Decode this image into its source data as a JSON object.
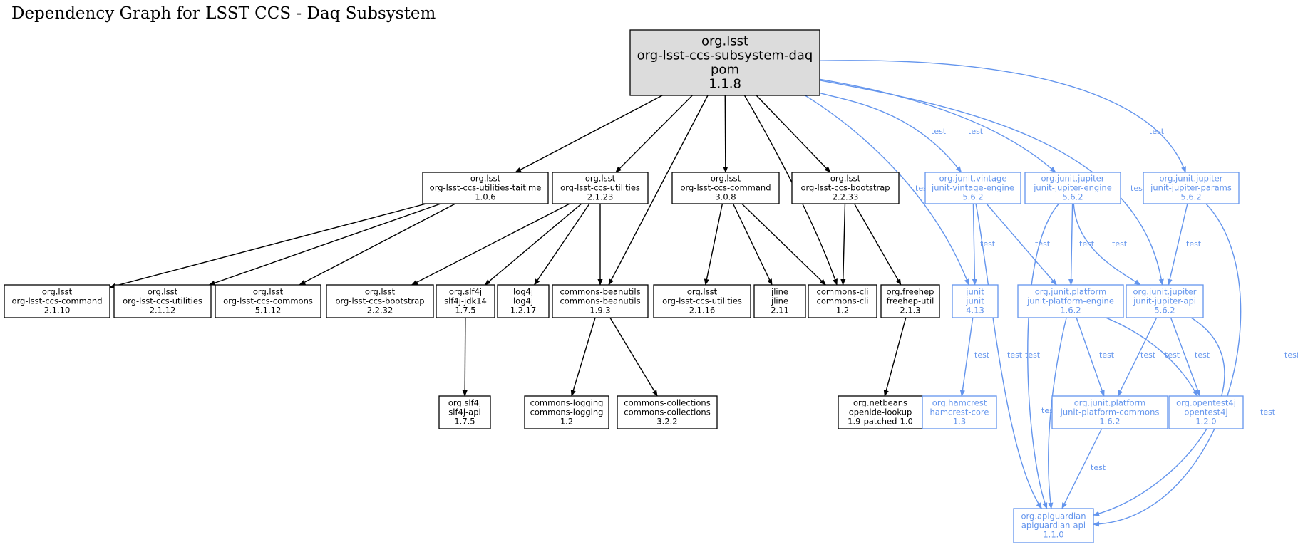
{
  "title": "Dependency Graph for LSST CCS - Daq Subsystem",
  "colors": {
    "compile": "#000000",
    "test": "#6495ed",
    "root_fill": "#dcdcdc"
  },
  "edge_label_test": "test",
  "nodes": [
    {
      "id": "root",
      "scope": "root",
      "lines": [
        "org.lsst",
        "org-lsst-ccs-subsystem-daq",
        "pom",
        "1.1.8"
      ]
    },
    {
      "id": "taitime",
      "scope": "compile",
      "lines": [
        "org.lsst",
        "org-lsst-ccs-utilities-taitime",
        "1.0.6"
      ]
    },
    {
      "id": "utilities2123",
      "scope": "compile",
      "lines": [
        "org.lsst",
        "org-lsst-ccs-utilities",
        "2.1.23"
      ]
    },
    {
      "id": "command308",
      "scope": "compile",
      "lines": [
        "org.lsst",
        "org-lsst-ccs-command",
        "3.0.8"
      ]
    },
    {
      "id": "bootstrap2233",
      "scope": "compile",
      "lines": [
        "org.lsst",
        "org-lsst-ccs-bootstrap",
        "2.2.33"
      ]
    },
    {
      "id": "vintage",
      "scope": "test",
      "lines": [
        "org.junit.vintage",
        "junit-vintage-engine",
        "5.6.2"
      ]
    },
    {
      "id": "jupiterengine",
      "scope": "test",
      "lines": [
        "org.junit.jupiter",
        "junit-jupiter-engine",
        "5.6.2"
      ]
    },
    {
      "id": "jupiterparams",
      "scope": "test",
      "lines": [
        "org.junit.jupiter",
        "junit-jupiter-params",
        "5.6.2"
      ]
    },
    {
      "id": "command2110",
      "scope": "compile",
      "lines": [
        "org.lsst",
        "org-lsst-ccs-command",
        "2.1.10"
      ]
    },
    {
      "id": "utilities2112",
      "scope": "compile",
      "lines": [
        "org.lsst",
        "org-lsst-ccs-utilities",
        "2.1.12"
      ]
    },
    {
      "id": "commons5112",
      "scope": "compile",
      "lines": [
        "org.lsst",
        "org-lsst-ccs-commons",
        "5.1.12"
      ]
    },
    {
      "id": "bootstrap2232",
      "scope": "compile",
      "lines": [
        "org.lsst",
        "org-lsst-ccs-bootstrap",
        "2.2.32"
      ]
    },
    {
      "id": "slf4jjdk",
      "scope": "compile",
      "lines": [
        "org.slf4j",
        "slf4j-jdk14",
        "1.7.5"
      ]
    },
    {
      "id": "log4j",
      "scope": "compile",
      "lines": [
        "log4j",
        "log4j",
        "1.2.17"
      ]
    },
    {
      "id": "beanutils",
      "scope": "compile",
      "lines": [
        "commons-beanutils",
        "commons-beanutils",
        "1.9.3"
      ]
    },
    {
      "id": "utilities2116",
      "scope": "compile",
      "lines": [
        "org.lsst",
        "org-lsst-ccs-utilities",
        "2.1.16"
      ]
    },
    {
      "id": "jline",
      "scope": "compile",
      "lines": [
        "jline",
        "jline",
        "2.11"
      ]
    },
    {
      "id": "commonscli",
      "scope": "compile",
      "lines": [
        "commons-cli",
        "commons-cli",
        "1.2"
      ]
    },
    {
      "id": "freehep",
      "scope": "compile",
      "lines": [
        "org.freehep",
        "freehep-util",
        "2.1.3"
      ]
    },
    {
      "id": "junit",
      "scope": "test",
      "lines": [
        "junit",
        "junit",
        "4.13"
      ]
    },
    {
      "id": "platformengine",
      "scope": "test",
      "lines": [
        "org.junit.platform",
        "junit-platform-engine",
        "1.6.2"
      ]
    },
    {
      "id": "jupiterapi",
      "scope": "test",
      "lines": [
        "org.junit.jupiter",
        "junit-jupiter-api",
        "5.6.2"
      ]
    },
    {
      "id": "slf4japi",
      "scope": "compile",
      "lines": [
        "org.slf4j",
        "slf4j-api",
        "1.7.5"
      ]
    },
    {
      "id": "logging",
      "scope": "compile",
      "lines": [
        "commons-logging",
        "commons-logging",
        "1.2"
      ]
    },
    {
      "id": "collections",
      "scope": "compile",
      "lines": [
        "commons-collections",
        "commons-collections",
        "3.2.2"
      ]
    },
    {
      "id": "openide",
      "scope": "compile",
      "lines": [
        "org.netbeans",
        "openide-lookup",
        "1.9-patched-1.0"
      ]
    },
    {
      "id": "hamcrest",
      "scope": "test",
      "lines": [
        "org.hamcrest",
        "hamcrest-core",
        "1.3"
      ]
    },
    {
      "id": "platformcommons",
      "scope": "test",
      "lines": [
        "org.junit.platform",
        "junit-platform-commons",
        "1.6.2"
      ]
    },
    {
      "id": "opentest4j",
      "scope": "test",
      "lines": [
        "org.opentest4j",
        "opentest4j",
        "1.2.0"
      ]
    },
    {
      "id": "apiguardian",
      "scope": "test",
      "lines": [
        "org.apiguardian",
        "apiguardian-api",
        "1.1.0"
      ]
    }
  ],
  "edges": [
    {
      "from": "root",
      "to": "taitime",
      "scope": "compile"
    },
    {
      "from": "root",
      "to": "utilities2123",
      "scope": "compile"
    },
    {
      "from": "root",
      "to": "beanutils",
      "scope": "compile"
    },
    {
      "from": "root",
      "to": "command308",
      "scope": "compile"
    },
    {
      "from": "root",
      "to": "commonscli",
      "scope": "compile"
    },
    {
      "from": "root",
      "to": "bootstrap2233",
      "scope": "compile"
    },
    {
      "from": "root",
      "to": "junit",
      "scope": "test",
      "label": "test"
    },
    {
      "from": "root",
      "to": "vintage",
      "scope": "test",
      "label": "test"
    },
    {
      "from": "root",
      "to": "jupiterengine",
      "scope": "test",
      "label": "test"
    },
    {
      "from": "root",
      "to": "jupiterapi",
      "scope": "test",
      "label": "test"
    },
    {
      "from": "root",
      "to": "jupiterparams",
      "scope": "test",
      "label": "test"
    },
    {
      "from": "taitime",
      "to": "command2110",
      "scope": "compile"
    },
    {
      "from": "taitime",
      "to": "utilities2112",
      "scope": "compile"
    },
    {
      "from": "taitime",
      "to": "commons5112",
      "scope": "compile"
    },
    {
      "from": "utilities2123",
      "to": "bootstrap2232",
      "scope": "compile"
    },
    {
      "from": "utilities2123",
      "to": "slf4jjdk",
      "scope": "compile"
    },
    {
      "from": "utilities2123",
      "to": "log4j",
      "scope": "compile"
    },
    {
      "from": "utilities2123",
      "to": "beanutils",
      "scope": "compile"
    },
    {
      "from": "command308",
      "to": "utilities2116",
      "scope": "compile"
    },
    {
      "from": "command308",
      "to": "jline",
      "scope": "compile"
    },
    {
      "from": "command308",
      "to": "commonscli",
      "scope": "compile"
    },
    {
      "from": "bootstrap2233",
      "to": "commonscli",
      "scope": "compile"
    },
    {
      "from": "bootstrap2233",
      "to": "freehep",
      "scope": "compile"
    },
    {
      "from": "slf4jjdk",
      "to": "slf4japi",
      "scope": "compile"
    },
    {
      "from": "beanutils",
      "to": "logging",
      "scope": "compile"
    },
    {
      "from": "beanutils",
      "to": "collections",
      "scope": "compile"
    },
    {
      "from": "freehep",
      "to": "openide",
      "scope": "compile"
    },
    {
      "from": "vintage",
      "to": "junit",
      "scope": "test",
      "label": "test"
    },
    {
      "from": "vintage",
      "to": "platformengine",
      "scope": "test",
      "label": "test"
    },
    {
      "from": "vintage",
      "to": "apiguardian",
      "scope": "test",
      "label": "test"
    },
    {
      "from": "jupiterengine",
      "to": "platformengine",
      "scope": "test",
      "label": "test"
    },
    {
      "from": "jupiterengine",
      "to": "jupiterapi",
      "scope": "test",
      "label": "test"
    },
    {
      "from": "jupiterengine",
      "to": "apiguardian",
      "scope": "test",
      "label": "test"
    },
    {
      "from": "jupiterparams",
      "to": "jupiterapi",
      "scope": "test",
      "label": "test"
    },
    {
      "from": "jupiterparams",
      "to": "apiguardian",
      "scope": "test",
      "label": "test"
    },
    {
      "from": "junit",
      "to": "hamcrest",
      "scope": "test",
      "label": "test"
    },
    {
      "from": "platformengine",
      "to": "platformcommons",
      "scope": "test",
      "label": "test"
    },
    {
      "from": "platformengine",
      "to": "opentest4j",
      "scope": "test",
      "label": "test"
    },
    {
      "from": "platformengine",
      "to": "apiguardian",
      "scope": "test",
      "label": "test"
    },
    {
      "from": "jupiterapi",
      "to": "platformcommons",
      "scope": "test",
      "label": "test"
    },
    {
      "from": "jupiterapi",
      "to": "opentest4j",
      "scope": "test",
      "label": "test"
    },
    {
      "from": "jupiterapi",
      "to": "apiguardian",
      "scope": "test",
      "label": "test"
    },
    {
      "from": "platformcommons",
      "to": "apiguardian",
      "scope": "test",
      "label": "test"
    }
  ]
}
